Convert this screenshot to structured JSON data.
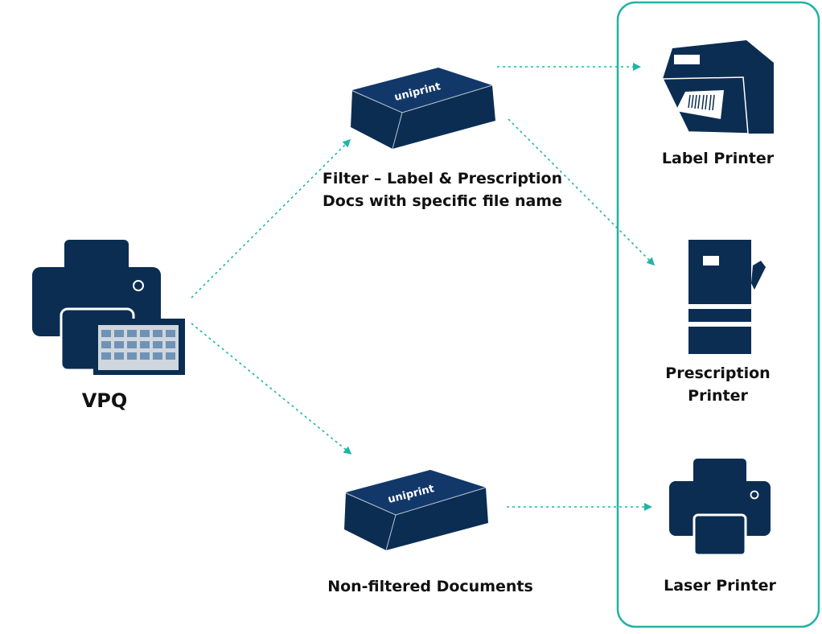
{
  "colors": {
    "navy": "#0b2d52",
    "teal": "#20b5a6",
    "border": "#21b3a5",
    "screen_bg": "#cfd6dd"
  },
  "source": {
    "label": "VPQ",
    "icon": "mfp-printer-icon"
  },
  "filters": [
    {
      "brand_text": "uniprint",
      "label_line1": "Filter – Label & Prescription",
      "label_line2": "Docs with specific file name",
      "icon": "uniprint-box-icon"
    },
    {
      "brand_text": "uniprint",
      "label_line1": "Non-filtered Documents",
      "icon": "uniprint-box-icon"
    }
  ],
  "destinations": [
    {
      "label_line1": "Label Printer",
      "icon": "label-printer-icon"
    },
    {
      "label_line1": "Prescription",
      "label_line2": "Printer",
      "icon": "prescription-printer-icon"
    },
    {
      "label_line1": "Laser Printer",
      "icon": "laser-printer-icon"
    }
  ]
}
